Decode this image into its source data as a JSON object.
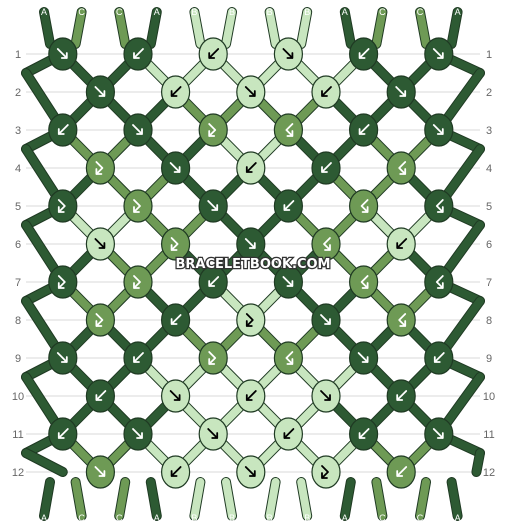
{
  "colors": {
    "A": "#2d5a33",
    "C": "#6e9a55",
    "B": "#c8e6bf",
    "gridline": "#d8d8d8",
    "outline": "#1f3a23"
  },
  "columns": {
    "top": [
      "A",
      "C",
      "C",
      "A",
      "B",
      "B",
      "B",
      "B",
      "A",
      "C",
      "C",
      "A"
    ],
    "bottom": [
      "A",
      "C",
      "C",
      "A",
      "B",
      "B",
      "B",
      "B",
      "A",
      "C",
      "C",
      "A"
    ]
  },
  "rows": {
    "left": [
      "1",
      "2",
      "3",
      "4",
      "5",
      "6",
      "7",
      "8",
      "9",
      "10",
      "11",
      "12"
    ],
    "right": [
      "1",
      "2",
      "3",
      "4",
      "5",
      "6",
      "7",
      "8",
      "9",
      "10",
      "11",
      "12"
    ]
  },
  "watermark": "BRACELETBOOK.COM",
  "knots": [
    [
      {
        "c": "A",
        "a": "down-right-arrow"
      },
      {
        "c": "A",
        "a": "down-left-arrow"
      },
      {
        "c": "B",
        "a": "down-left-arrow"
      },
      {
        "c": "B",
        "a": "down-right-arrow"
      },
      {
        "c": "A",
        "a": "down-left-arrow"
      },
      {
        "c": "A",
        "a": "down-right-arrow"
      }
    ],
    [
      {
        "c": "A",
        "a": "down-right-arrow"
      },
      {
        "c": "B",
        "a": "down-left-arrow"
      },
      {
        "c": "B",
        "a": "down-right-arrow"
      },
      {
        "c": "B",
        "a": "down-left-arrow"
      },
      {
        "c": "A",
        "a": "down-right-arrow"
      }
    ],
    [
      {
        "c": "A",
        "a": "down-left-arrow"
      },
      {
        "c": "A",
        "a": "down-right-arrow"
      },
      {
        "c": "C",
        "a": "forward-back-arrow"
      },
      {
        "c": "C",
        "a": "backward-back-arrow"
      },
      {
        "c": "A",
        "a": "down-left-arrow"
      },
      {
        "c": "A",
        "a": "down-right-arrow"
      }
    ],
    [
      {
        "c": "C",
        "a": "forward-back-arrow"
      },
      {
        "c": "A",
        "a": "down-right-arrow"
      },
      {
        "c": "B",
        "a": "down-left-arrow"
      },
      {
        "c": "A",
        "a": "down-left-arrow"
      },
      {
        "c": "C",
        "a": "backward-back-arrow"
      }
    ],
    [
      {
        "c": "A",
        "a": "forward-back-arrow"
      },
      {
        "c": "C",
        "a": "forward-back-arrow"
      },
      {
        "c": "A",
        "a": "down-right-arrow"
      },
      {
        "c": "A",
        "a": "down-left-arrow"
      },
      {
        "c": "C",
        "a": "backward-back-arrow"
      },
      {
        "c": "A",
        "a": "backward-back-arrow"
      }
    ],
    [
      {
        "c": "B",
        "a": "down-right-arrow"
      },
      {
        "c": "C",
        "a": "forward-back-arrow"
      },
      {
        "c": "A",
        "a": "down-right-arrow"
      },
      {
        "c": "C",
        "a": "backward-back-arrow"
      },
      {
        "c": "B",
        "a": "down-left-arrow"
      }
    ],
    [
      {
        "c": "A",
        "a": "forward-back-arrow"
      },
      {
        "c": "C",
        "a": "forward-back-arrow"
      },
      {
        "c": "A",
        "a": "down-left-arrow"
      },
      {
        "c": "A",
        "a": "down-right-arrow"
      },
      {
        "c": "C",
        "a": "backward-back-arrow"
      },
      {
        "c": "A",
        "a": "backward-back-arrow"
      }
    ],
    [
      {
        "c": "C",
        "a": "forward-back-arrow"
      },
      {
        "c": "A",
        "a": "down-left-arrow"
      },
      {
        "c": "B",
        "a": "forward-back-arrow"
      },
      {
        "c": "A",
        "a": "down-right-arrow"
      },
      {
        "c": "C",
        "a": "backward-back-arrow"
      }
    ],
    [
      {
        "c": "A",
        "a": "down-right-arrow"
      },
      {
        "c": "A",
        "a": "down-left-arrow"
      },
      {
        "c": "C",
        "a": "forward-back-arrow"
      },
      {
        "c": "C",
        "a": "backward-back-arrow"
      },
      {
        "c": "A",
        "a": "down-right-arrow"
      },
      {
        "c": "A",
        "a": "down-left-arrow"
      }
    ],
    [
      {
        "c": "A",
        "a": "down-left-arrow"
      },
      {
        "c": "B",
        "a": "down-right-arrow"
      },
      {
        "c": "B",
        "a": "down-left-arrow"
      },
      {
        "c": "B",
        "a": "down-right-arrow"
      },
      {
        "c": "A",
        "a": "down-left-arrow"
      }
    ],
    [
      {
        "c": "A",
        "a": "down-left-arrow"
      },
      {
        "c": "A",
        "a": "down-right-arrow"
      },
      {
        "c": "B",
        "a": "down-right-arrow"
      },
      {
        "c": "B",
        "a": "down-left-arrow"
      },
      {
        "c": "A",
        "a": "down-left-arrow"
      },
      {
        "c": "A",
        "a": "down-right-arrow"
      }
    ],
    [
      {
        "c": "C",
        "a": "down-right-arrow"
      },
      {
        "c": "B",
        "a": "down-left-arrow"
      },
      {
        "c": "B",
        "a": "down-right-arrow"
      },
      {
        "c": "B",
        "a": "forward-back-arrow"
      },
      {
        "c": "C",
        "a": "down-left-arrow"
      }
    ]
  ]
}
